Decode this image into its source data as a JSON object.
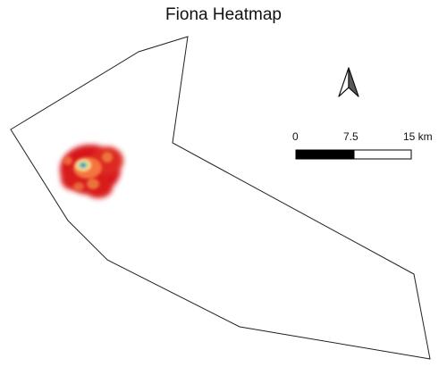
{
  "map": {
    "title": "Fiona Heatmap",
    "north_arrow": {
      "icon": "north-arrow-icon"
    },
    "scale_bar": {
      "labels": [
        "0",
        "7.5",
        "15 km"
      ],
      "segment_colors": [
        "#000000",
        "#ffffff"
      ]
    },
    "heatmap": {
      "color_ramp": [
        "#d7191c",
        "#f4743c",
        "#fdd38a",
        "#abdda4",
        "#2b83ba"
      ]
    },
    "colors": {
      "boundary_stroke": "#222222",
      "background": "#ffffff"
    }
  }
}
